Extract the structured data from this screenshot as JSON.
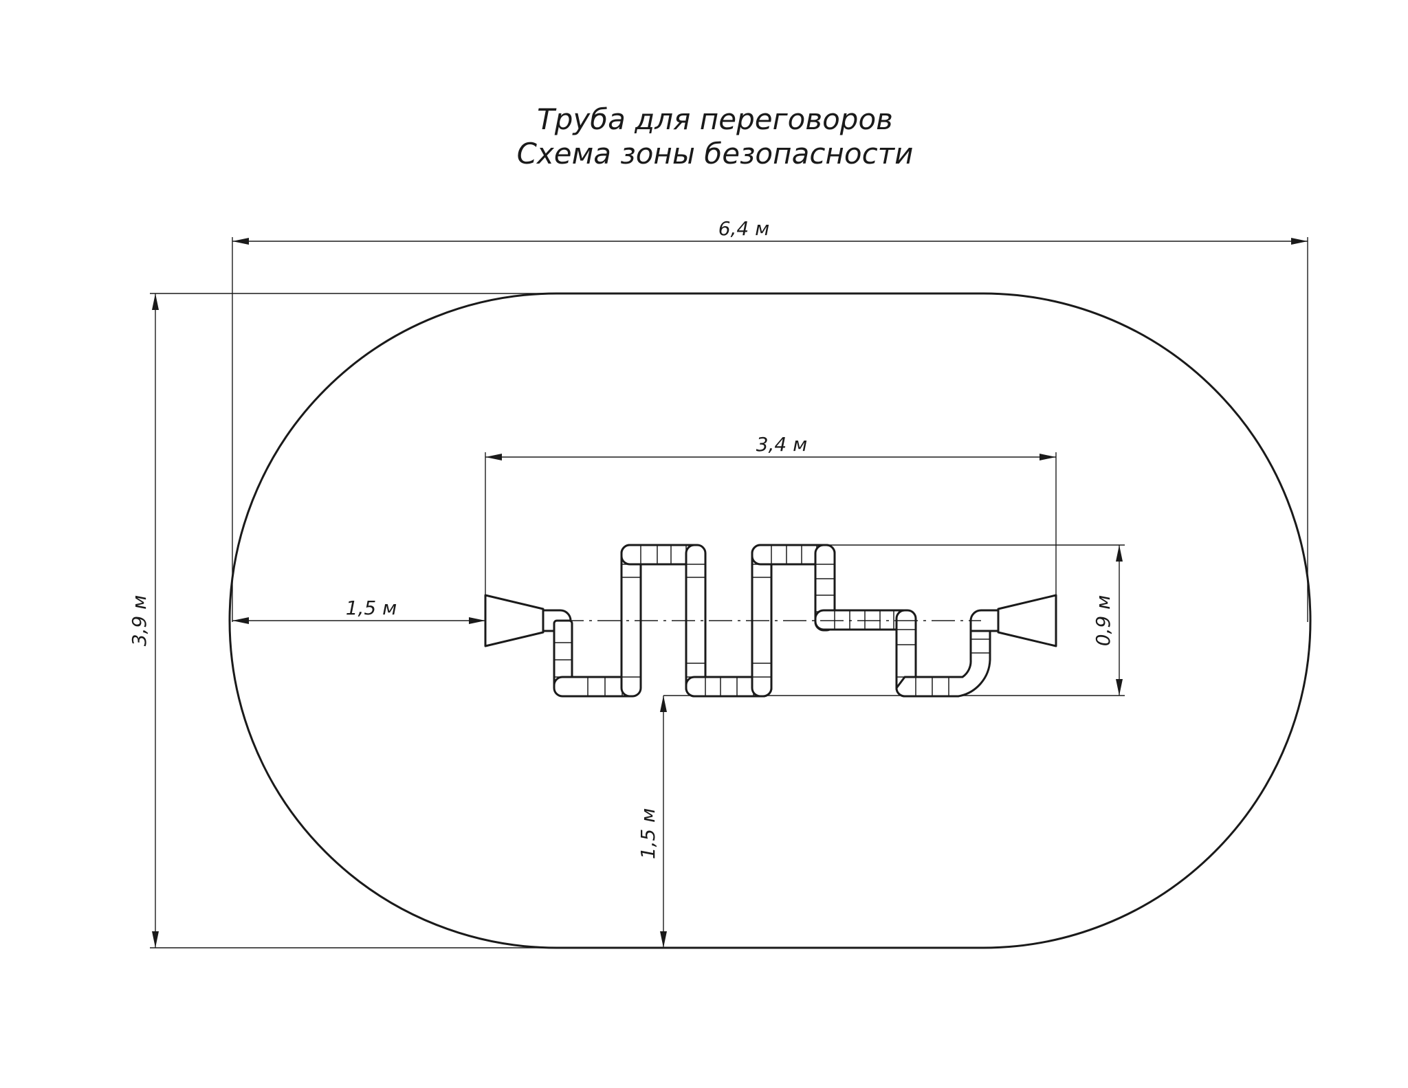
{
  "title": {
    "line1": "Труба для переговоров",
    "line2": "Схема зоны безопасности"
  },
  "dimensions": {
    "overall_width": "6,4 м",
    "overall_height": "3,9 м",
    "tube_length": "3,4 м",
    "tube_height": "0,9 м",
    "left_clearance": "1,5 м",
    "bottom_clearance": "1,5 м"
  },
  "colors": {
    "line": "#1a1a1a",
    "background": "#ffffff"
  }
}
